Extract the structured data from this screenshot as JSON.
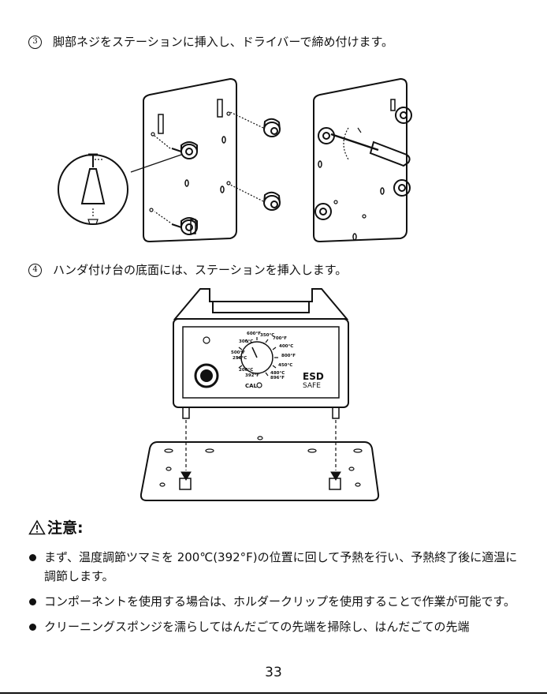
{
  "step3": {
    "number": "3",
    "text": "脚部ネジをステーションに挿入し、ドライバーで締め付けます。"
  },
  "step4": {
    "number": "4",
    "text": "ハンダ付け台の底面には、ステーションを挿入します。"
  },
  "dial": {
    "labels": [
      "600°F",
      "350°C",
      "700°F",
      "300°C",
      "400°C",
      "500°F",
      "250°C",
      "800°F",
      "200°C",
      "392°F",
      "450°C",
      "480°C",
      "896°F"
    ],
    "cal": "CAL",
    "esd_top": "ESD",
    "esd_bottom": "SAFE"
  },
  "caution": {
    "title": "注意:",
    "items": [
      "まず、温度調節ツマミを 200℃(392°F)の位置に回して予熱を行い、予熱終了後に適温に調節します。",
      "コンポーネントを使用する場合は、ホルダークリップを使用することで作業が可能です。",
      "クリーニングスポンジを濡らしてはんだごての先端を掃除し、はんだごての先端"
    ]
  },
  "page_number": "33"
}
